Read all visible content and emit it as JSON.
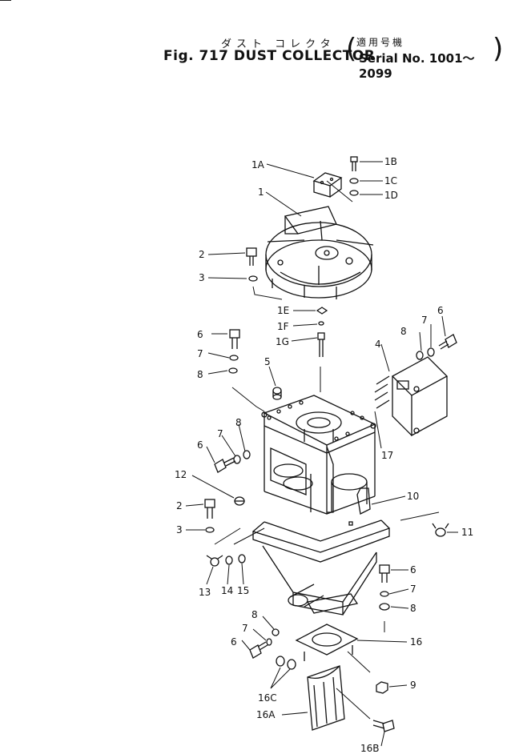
{
  "header": {
    "title_jp": "ダスト コレクタ",
    "serial_jp": "適用号機",
    "fig_title": "Fig. 717  DUST  COLLECTOR",
    "serial": "Serial  No. 1001～2099"
  },
  "labels": {
    "p1A": "1A",
    "p1B": "1B",
    "p1C": "1C",
    "p1D": "1D",
    "p1": "1",
    "p2a": "2",
    "p3a": "3",
    "p1E": "1E",
    "p1F": "1F",
    "p1G": "1G",
    "p6a": "6",
    "p7a": "7",
    "p8a": "8",
    "p5": "5",
    "p4": "4",
    "p8b": "8",
    "p7b": "7",
    "p6b": "6",
    "p8c": "8",
    "p7c": "7",
    "p6c": "6",
    "p17": "17",
    "p12": "12",
    "p10": "10",
    "p2b": "2",
    "p3b": "3",
    "p11": "11",
    "p13": "13",
    "p14": "14",
    "p15": "15",
    "p6d": "6",
    "p7d": "7",
    "p8d": "8",
    "p8e": "8",
    "p7e": "7",
    "p6e": "6",
    "p16": "16",
    "p9": "9",
    "p16C": "16C",
    "p16A": "16A",
    "p16B": "16B"
  }
}
